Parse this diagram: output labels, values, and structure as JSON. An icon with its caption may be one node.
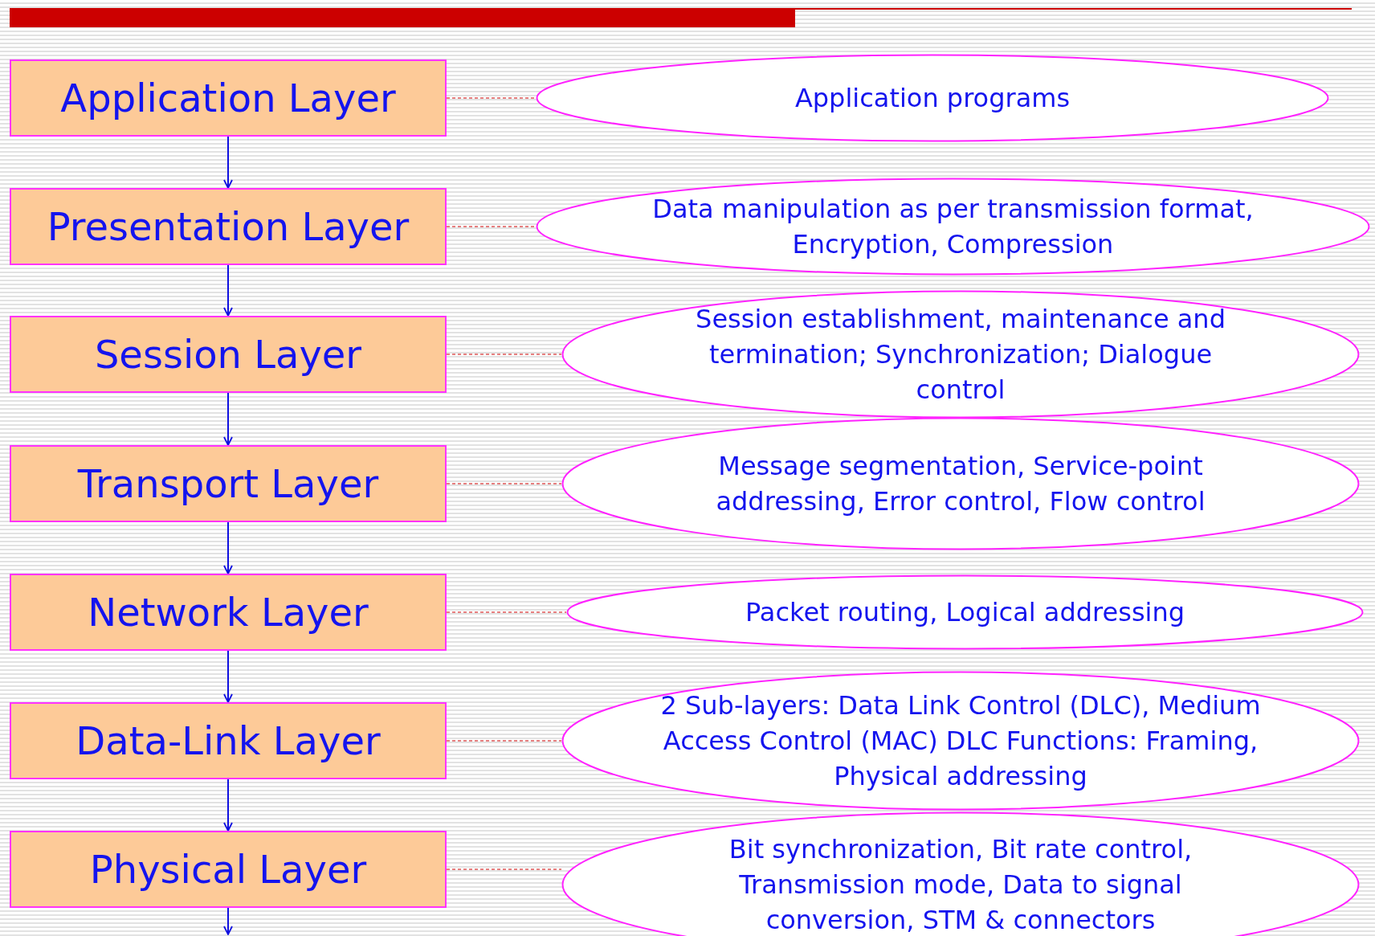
{
  "diagram": {
    "nodes": [
      {
        "text": [
          "Application Layer"
        ]
      },
      {
        "text": [
          "Presentation Layer"
        ]
      },
      {
        "text": [
          "Session Layer"
        ]
      },
      {
        "text": [
          "Transport Layer"
        ]
      },
      {
        "text": [
          "Network Layer"
        ]
      },
      {
        "text": [
          "Data-Link Layer"
        ]
      },
      {
        "text": [
          "Physical Layer"
        ]
      },
      {
        "text": [
          "Application programs"
        ]
      },
      {
        "text": [
          "Data manipulation as per transmission format, Encryption, Compression"
        ]
      },
      {
        "text": [
          "Session establishment, maintenance and termination; Synchronization; Dialogue control"
        ]
      },
      {
        "text": [
          "Message segmentation, Service-point addressing, Error control, Flow control"
        ]
      },
      {
        "text": [
          "Packet routing, Logical addressing"
        ]
      },
      {
        "text": [
          "2 Sub-layers: Data Link Control (DLC), Medium Access Control (MAC) DLC Functions: Framing, Physical addressing"
        ]
      },
      {
        "text": [
          "Bit synchronization, Bit rate control, Transmission mode, Data to signal conversion, STM & connectors"
        ]
      }
    ],
    "edges": [
      {
        "from": 0,
        "to": 1,
        "arrow": "to"
      },
      {
        "from": 1,
        "to": 2,
        "arrow": "to"
      },
      {
        "from": 2,
        "to": 3,
        "arrow": "to"
      },
      {
        "from": 3,
        "to": 4,
        "arrow": "to"
      },
      {
        "from": 4,
        "to": 5,
        "arrow": "to"
      },
      {
        "from": 5,
        "to": 6,
        "arrow": "to"
      },
      {
        "from": 6,
        "to": null,
        "arrow": "to"
      },
      {
        "from": 0,
        "to": 7,
        "arrow": "none",
        "style": "dashed",
        "color": "#cc0000"
      },
      {
        "from": 1,
        "to": 8,
        "arrow": "none",
        "style": "dashed",
        "color": "#cc0000"
      },
      {
        "from": 2,
        "to": 9,
        "arrow": "none",
        "style": "dashed",
        "color": "#cc0000"
      },
      {
        "from": 3,
        "to": 10,
        "arrow": "none",
        "style": "dashed",
        "color": "#cc0000"
      },
      {
        "from": 4,
        "to": 11,
        "arrow": "none",
        "style": "dashed",
        "color": "#cc0000"
      },
      {
        "from": 5,
        "to": 12,
        "arrow": "none",
        "style": "dashed",
        "color": "#cc0000"
      },
      {
        "from": 6,
        "to": 13,
        "arrow": "none",
        "style": "dashed",
        "color": "#cc0000"
      }
    ]
  }
}
